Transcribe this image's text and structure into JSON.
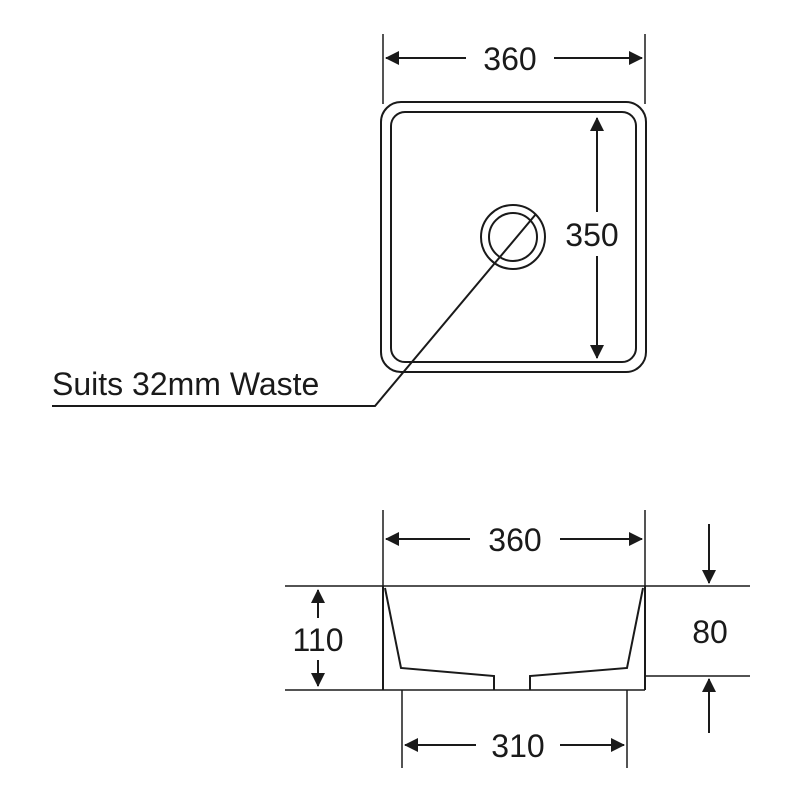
{
  "plan_view": {
    "width_label": "360",
    "depth_label": "350",
    "waste_note": "Suits 32mm Waste"
  },
  "side_view": {
    "top_width_label": "360",
    "height_label": "110",
    "bowl_depth_label": "80",
    "base_width_label": "310"
  },
  "colors": {
    "line": "#1a1a1a",
    "background": "#ffffff"
  }
}
